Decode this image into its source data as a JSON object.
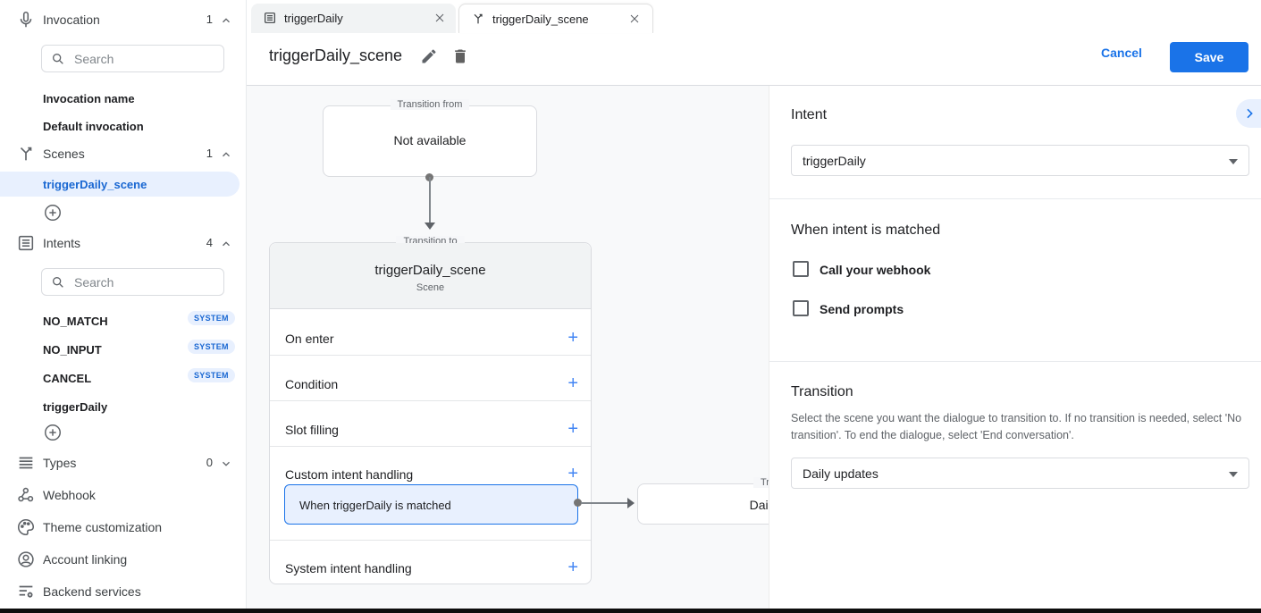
{
  "sidebar": {
    "invocation": {
      "label": "Invocation",
      "count": "1",
      "search_placeholder": "Search",
      "items": [
        {
          "name": "Invocation name"
        },
        {
          "name": "Default invocation"
        }
      ]
    },
    "scenes": {
      "label": "Scenes",
      "count": "1",
      "items": [
        {
          "name": "triggerDaily_scene",
          "selected": true
        }
      ]
    },
    "intents": {
      "label": "Intents",
      "count": "4",
      "search_placeholder": "Search",
      "items": [
        {
          "name": "NO_MATCH",
          "badge": "SYSTEM"
        },
        {
          "name": "NO_INPUT",
          "badge": "SYSTEM"
        },
        {
          "name": "CANCEL",
          "badge": "SYSTEM"
        },
        {
          "name": "triggerDaily"
        }
      ]
    },
    "types": {
      "label": "Types",
      "count": "0"
    },
    "footer_items": [
      {
        "name": "Webhook"
      },
      {
        "name": "Theme customization"
      },
      {
        "name": "Account linking"
      },
      {
        "name": "Backend services"
      }
    ]
  },
  "tabs": [
    {
      "label": "triggerDaily",
      "icon": "intent-icon",
      "active": false
    },
    {
      "label": "triggerDaily_scene",
      "icon": "scene-icon",
      "active": true
    }
  ],
  "header": {
    "title": "triggerDaily_scene",
    "cancel_label": "Cancel",
    "save_label": "Save"
  },
  "canvas": {
    "transition_from": {
      "legend": "Transition from",
      "content": "Not available"
    },
    "scene_card": {
      "legend": "Transition to",
      "title": "triggerDaily_scene",
      "subtitle": "Scene",
      "rows": [
        {
          "label": "On enter",
          "add": "+"
        },
        {
          "label": "Condition",
          "add": "+"
        },
        {
          "label": "Slot filling",
          "add": "+"
        },
        {
          "label": "Custom intent handling",
          "add": "+"
        },
        {
          "label": "System intent handling",
          "add": "+"
        }
      ],
      "matched_item": "When triggerDaily is matched"
    },
    "next_box": {
      "legend": "Transition to",
      "content": "Daily updates"
    }
  },
  "panel": {
    "intent_heading": "Intent",
    "intent_value": "triggerDaily",
    "matched_heading": "When intent is matched",
    "checkboxes": [
      {
        "label": "Call your webhook",
        "checked": false
      },
      {
        "label": "Send prompts",
        "checked": false
      }
    ],
    "transition_heading": "Transition",
    "transition_description": "Select the scene you want the dialogue to transition to. If no transition is needed, select 'No transition'. To end the dialogue, select 'End conversation'.",
    "transition_value": "Daily updates"
  },
  "colors": {
    "accent": "#1a73e8",
    "selected_bg": "#e8f0fe",
    "badge_text": "#1967d2",
    "canvas_bg": "#f8f9fa"
  }
}
